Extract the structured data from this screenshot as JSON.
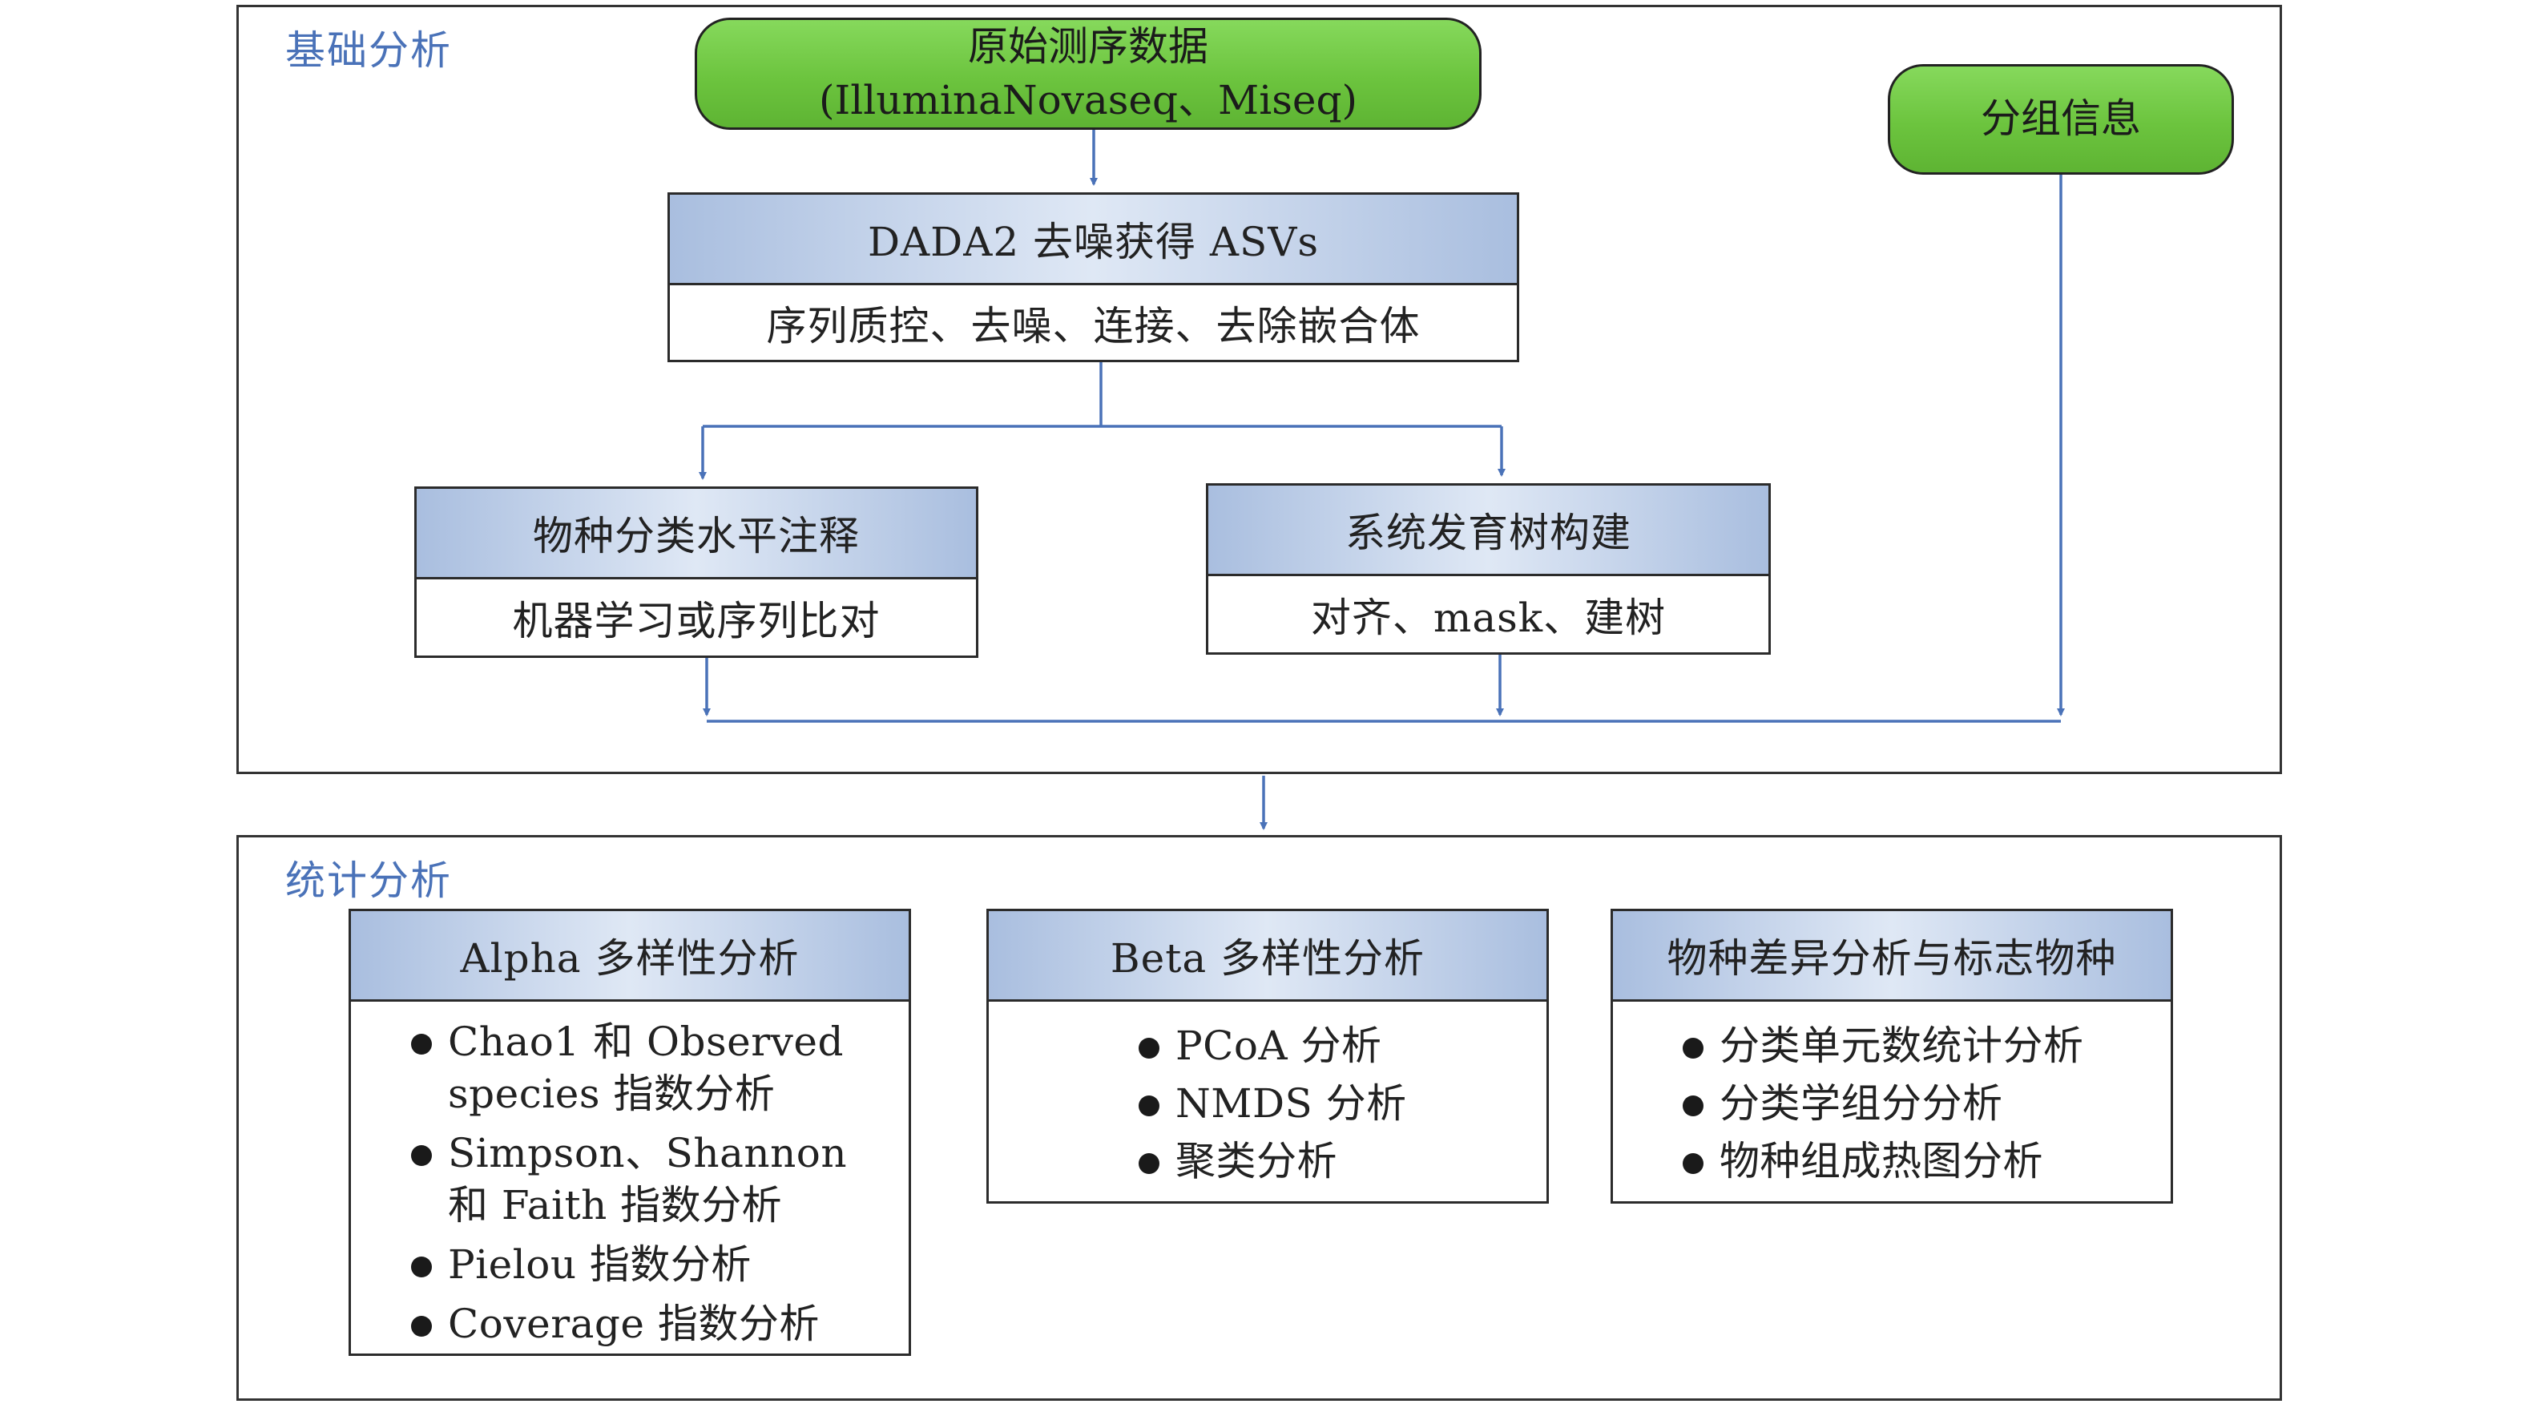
{
  "basic_panel": {
    "title": "基础分析",
    "raw_data": {
      "line1": "原始测序数据",
      "line2": "(IlluminaNovaseq、Miseq)"
    },
    "group_info": "分组信息",
    "dada2": {
      "title": "DADA2 去噪获得 ASVs",
      "body": "序列质控、去噪、连接、去除嵌合体"
    },
    "taxonomy": {
      "title": "物种分类水平注释",
      "body": "机器学习或序列比对"
    },
    "tree": {
      "title": "系统发育树构建",
      "body": "对齐、mask、建树"
    }
  },
  "stats_panel": {
    "title": "统计分析",
    "alpha": {
      "title": "Alpha 多样性分析",
      "items": [
        "Chao1 和 Observed species 指数分析",
        "Simpson、Shannon 和 Faith 指数分析",
        "Pielou 指数分析",
        "Coverage 指数分析"
      ]
    },
    "beta": {
      "title": "Beta 多样性分析",
      "items": [
        "PCoA 分析",
        "NMDS 分析",
        "聚类分析"
      ]
    },
    "species": {
      "title": "物种差异分析与标志物种",
      "items": [
        "分类单元数统计分析",
        "分类学组分分析",
        "物种组成热图分析"
      ]
    }
  },
  "colors": {
    "connector": "#4a72b8",
    "panel_title": "#4a72b8",
    "green_fill": "#6cc43e",
    "header_fill": "#c3d3ea",
    "border": "#2b2b2b"
  }
}
